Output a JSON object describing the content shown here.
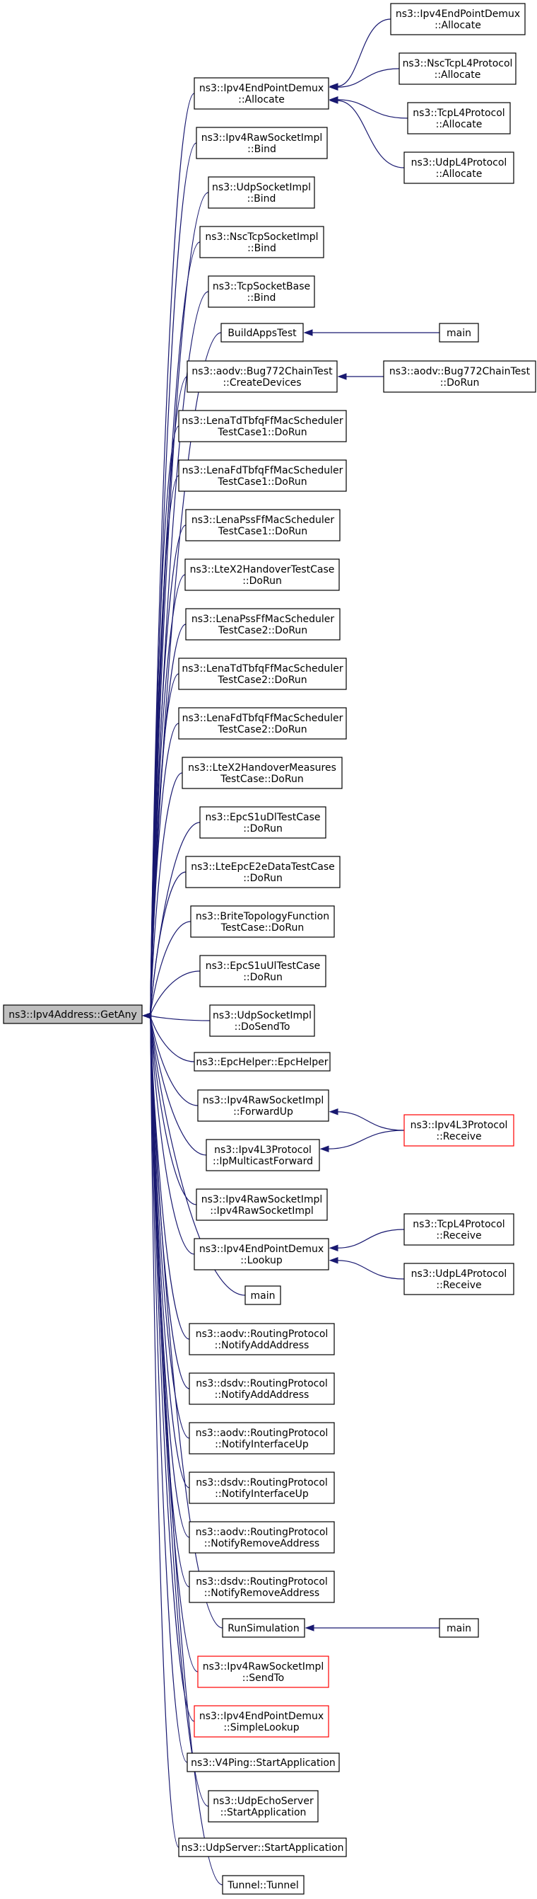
{
  "diagram": {
    "nodes": [
      {
        "id": "root",
        "lines": [
          "ns3::Ipv4Address::GetAny"
        ]
      },
      {
        "id": "n1",
        "lines": [
          "ns3::Ipv4EndPointDemux",
          "::Allocate"
        ]
      },
      {
        "id": "n2",
        "lines": [
          "ns3::Ipv4RawSocketImpl",
          "::Bind"
        ]
      },
      {
        "id": "n3",
        "lines": [
          "ns3::UdpSocketImpl",
          "::Bind"
        ]
      },
      {
        "id": "n4",
        "lines": [
          "ns3::NscTcpSocketImpl",
          "::Bind"
        ]
      },
      {
        "id": "n5",
        "lines": [
          "ns3::TcpSocketBase",
          "::Bind"
        ]
      },
      {
        "id": "n6",
        "lines": [
          "BuildAppsTest"
        ]
      },
      {
        "id": "n7",
        "lines": [
          "ns3::aodv::Bug772ChainTest",
          "::CreateDevices"
        ]
      },
      {
        "id": "n8",
        "lines": [
          "ns3::LenaTdTbfqFfMacScheduler",
          "TestCase1::DoRun"
        ]
      },
      {
        "id": "n9",
        "lines": [
          "ns3::LenaFdTbfqFfMacScheduler",
          "TestCase1::DoRun"
        ]
      },
      {
        "id": "n10",
        "lines": [
          "ns3::LenaPssFfMacScheduler",
          "TestCase1::DoRun"
        ]
      },
      {
        "id": "n11",
        "lines": [
          "ns3::LteX2HandoverTestCase",
          "::DoRun"
        ]
      },
      {
        "id": "n12",
        "lines": [
          "ns3::LenaPssFfMacScheduler",
          "TestCase2::DoRun"
        ]
      },
      {
        "id": "n13",
        "lines": [
          "ns3::LenaTdTbfqFfMacScheduler",
          "TestCase2::DoRun"
        ]
      },
      {
        "id": "n14",
        "lines": [
          "ns3::LenaFdTbfqFfMacScheduler",
          "TestCase2::DoRun"
        ]
      },
      {
        "id": "n15",
        "lines": [
          "ns3::LteX2HandoverMeasures",
          "TestCase::DoRun"
        ]
      },
      {
        "id": "n16",
        "lines": [
          "ns3::EpcS1uDlTestCase",
          "::DoRun"
        ]
      },
      {
        "id": "n17",
        "lines": [
          "ns3::LteEpcE2eDataTestCase",
          "::DoRun"
        ]
      },
      {
        "id": "n18",
        "lines": [
          "ns3::BriteTopologyFunction",
          "TestCase::DoRun"
        ]
      },
      {
        "id": "n19",
        "lines": [
          "ns3::EpcS1uUlTestCase",
          "::DoRun"
        ]
      },
      {
        "id": "n20",
        "lines": [
          "ns3::UdpSocketImpl",
          "::DoSendTo"
        ]
      },
      {
        "id": "n21",
        "lines": [
          "ns3::EpcHelper::EpcHelper"
        ]
      },
      {
        "id": "n22",
        "lines": [
          "ns3::Ipv4RawSocketImpl",
          "::ForwardUp"
        ]
      },
      {
        "id": "n23",
        "lines": [
          "ns3::Ipv4L3Protocol",
          "::IpMulticastForward"
        ]
      },
      {
        "id": "n24",
        "lines": [
          "ns3::Ipv4RawSocketImpl",
          "::Ipv4RawSocketImpl"
        ]
      },
      {
        "id": "n25",
        "lines": [
          "ns3::Ipv4EndPointDemux",
          "::Lookup"
        ]
      },
      {
        "id": "n26",
        "lines": [
          "main"
        ]
      },
      {
        "id": "n27",
        "lines": [
          "ns3::aodv::RoutingProtocol",
          "::NotifyAddAddress"
        ]
      },
      {
        "id": "n28",
        "lines": [
          "ns3::dsdv::RoutingProtocol",
          "::NotifyAddAddress"
        ]
      },
      {
        "id": "n29",
        "lines": [
          "ns3::aodv::RoutingProtocol",
          "::NotifyInterfaceUp"
        ]
      },
      {
        "id": "n30",
        "lines": [
          "ns3::dsdv::RoutingProtocol",
          "::NotifyInterfaceUp"
        ]
      },
      {
        "id": "n31",
        "lines": [
          "ns3::aodv::RoutingProtocol",
          "::NotifyRemoveAddress"
        ]
      },
      {
        "id": "n32",
        "lines": [
          "ns3::dsdv::RoutingProtocol",
          "::NotifyRemoveAddress"
        ]
      },
      {
        "id": "n33",
        "lines": [
          "RunSimulation"
        ]
      },
      {
        "id": "n34",
        "lines": [
          "ns3::Ipv4RawSocketImpl",
          "::SendTo"
        ]
      },
      {
        "id": "n35",
        "lines": [
          "ns3::Ipv4EndPointDemux",
          "::SimpleLookup"
        ]
      },
      {
        "id": "n36",
        "lines": [
          "ns3::V4Ping::StartApplication"
        ]
      },
      {
        "id": "n37",
        "lines": [
          "ns3::UdpEchoServer",
          "::StartApplication"
        ]
      },
      {
        "id": "n38",
        "lines": [
          "ns3::UdpServer::StartApplication"
        ]
      },
      {
        "id": "n39",
        "lines": [
          "Tunnel::Tunnel"
        ]
      },
      {
        "id": "c1",
        "lines": [
          "ns3::Ipv4EndPointDemux",
          "::Allocate"
        ]
      },
      {
        "id": "c2",
        "lines": [
          "ns3::NscTcpL4Protocol",
          "::Allocate"
        ]
      },
      {
        "id": "c3",
        "lines": [
          "ns3::TcpL4Protocol",
          "::Allocate"
        ]
      },
      {
        "id": "c4",
        "lines": [
          "ns3::UdpL4Protocol",
          "::Allocate"
        ]
      },
      {
        "id": "c5",
        "lines": [
          "main"
        ]
      },
      {
        "id": "c6",
        "lines": [
          "ns3::aodv::Bug772ChainTest",
          "::DoRun"
        ]
      },
      {
        "id": "c7",
        "lines": [
          "ns3::Ipv4L3Protocol",
          "::Receive"
        ]
      },
      {
        "id": "c8",
        "lines": [
          "ns3::TcpL4Protocol",
          "::Receive"
        ]
      },
      {
        "id": "c9",
        "lines": [
          "ns3::UdpL4Protocol",
          "::Receive"
        ]
      },
      {
        "id": "c10",
        "lines": [
          "main"
        ]
      }
    ],
    "edges": [
      [
        "n1",
        "root"
      ],
      [
        "n2",
        "root"
      ],
      [
        "n3",
        "root"
      ],
      [
        "n4",
        "root"
      ],
      [
        "n5",
        "root"
      ],
      [
        "n6",
        "root"
      ],
      [
        "n7",
        "root"
      ],
      [
        "n8",
        "root"
      ],
      [
        "n9",
        "root"
      ],
      [
        "n10",
        "root"
      ],
      [
        "n11",
        "root"
      ],
      [
        "n12",
        "root"
      ],
      [
        "n13",
        "root"
      ],
      [
        "n14",
        "root"
      ],
      [
        "n15",
        "root"
      ],
      [
        "n16",
        "root"
      ],
      [
        "n17",
        "root"
      ],
      [
        "n18",
        "root"
      ],
      [
        "n19",
        "root"
      ],
      [
        "n20",
        "root"
      ],
      [
        "n21",
        "root"
      ],
      [
        "n22",
        "root"
      ],
      [
        "n23",
        "root"
      ],
      [
        "n24",
        "root"
      ],
      [
        "n25",
        "root"
      ],
      [
        "n26",
        "root"
      ],
      [
        "n27",
        "root"
      ],
      [
        "n28",
        "root"
      ],
      [
        "n29",
        "root"
      ],
      [
        "n30",
        "root"
      ],
      [
        "n31",
        "root"
      ],
      [
        "n32",
        "root"
      ],
      [
        "n33",
        "root"
      ],
      [
        "n34",
        "root"
      ],
      [
        "n35",
        "root"
      ],
      [
        "n36",
        "root"
      ],
      [
        "n37",
        "root"
      ],
      [
        "n38",
        "root"
      ],
      [
        "n39",
        "root"
      ],
      [
        "c1",
        "n1"
      ],
      [
        "c2",
        "n1"
      ],
      [
        "c3",
        "n1"
      ],
      [
        "c4",
        "n1"
      ],
      [
        "c5",
        "n6"
      ],
      [
        "c6",
        "n7"
      ],
      [
        "c7",
        "n22"
      ],
      [
        "c7",
        "n23"
      ],
      [
        "c8",
        "n25"
      ],
      [
        "c9",
        "n25"
      ],
      [
        "c10",
        "n33"
      ]
    ],
    "colors": {
      "edge": "#191970",
      "root_fill": "#bfbfbf",
      "highlight_border": "#ff0000",
      "border": "#000000"
    }
  }
}
